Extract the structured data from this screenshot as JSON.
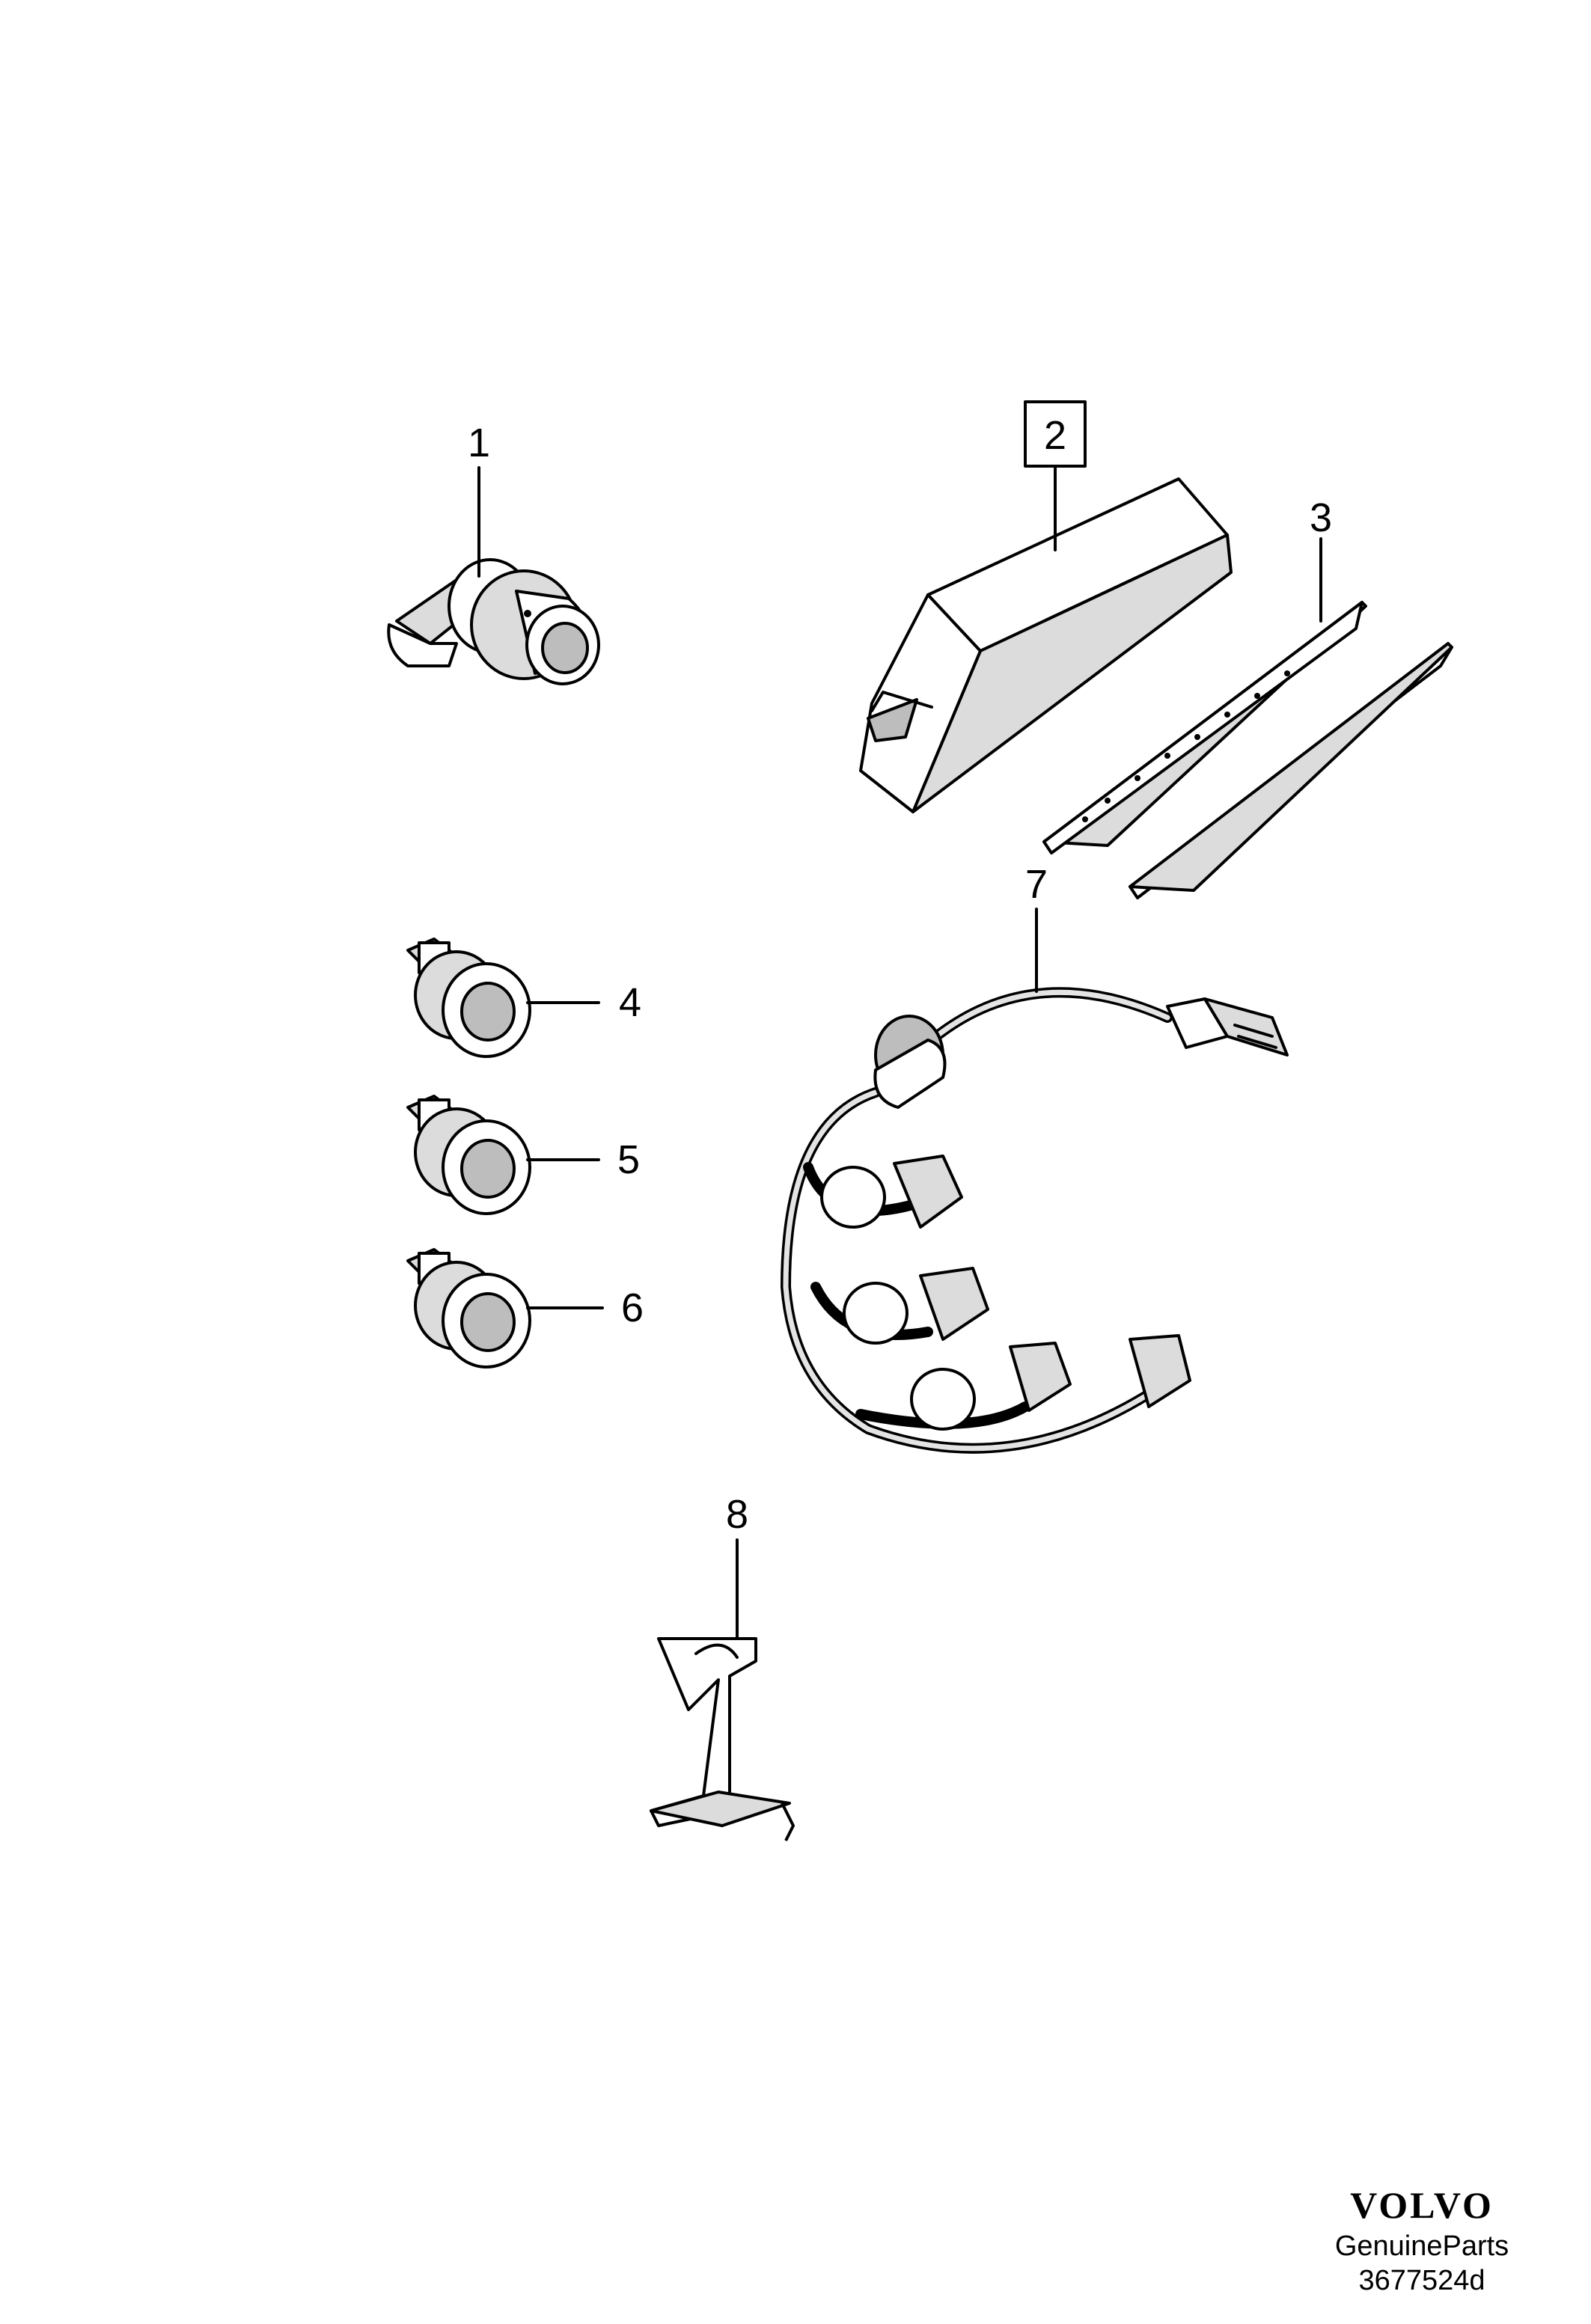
{
  "callouts": {
    "c1": "1",
    "c2": "2",
    "c3": "3",
    "c4": "4",
    "c5": "5",
    "c6": "6",
    "c7": "7",
    "c8": "8"
  },
  "footer": {
    "brand": "VOLVO",
    "line1": "GenuineParts",
    "code": "3677524d"
  }
}
